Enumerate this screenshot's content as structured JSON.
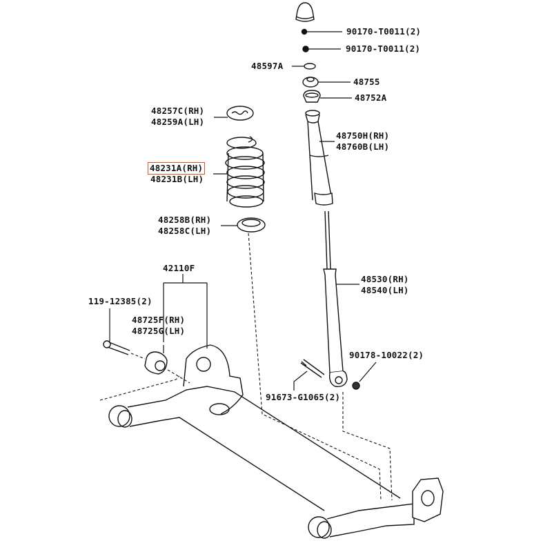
{
  "diagram": {
    "title": "Rear Suspension Parts Diagram",
    "highlight_color": "#e0541e",
    "selected_part": "48231A",
    "callouts": [
      {
        "id": "c1",
        "lines": [
          "90170-T0011(2)"
        ]
      },
      {
        "id": "c2",
        "lines": [
          "90170-T0011(2)"
        ]
      },
      {
        "id": "c3",
        "lines": [
          "48597A"
        ]
      },
      {
        "id": "c4",
        "lines": [
          "48755"
        ]
      },
      {
        "id": "c5",
        "lines": [
          "48752A"
        ]
      },
      {
        "id": "c6",
        "lines": [
          "48257C(RH)",
          "48259A(LH)"
        ]
      },
      {
        "id": "c7",
        "lines": [
          "48750H(RH)",
          "48760B(LH)"
        ]
      },
      {
        "id": "c8",
        "lines": [
          "48231A(RH)",
          "48231B(LH)"
        ]
      },
      {
        "id": "c9",
        "lines": [
          "48258B(RH)",
          "48258C(LH)"
        ]
      },
      {
        "id": "c10",
        "lines": [
          "42110F"
        ]
      },
      {
        "id": "c11",
        "lines": [
          "48530(RH)",
          "48540(LH)"
        ]
      },
      {
        "id": "c12",
        "lines": [
          "119-12385(2)"
        ]
      },
      {
        "id": "c13",
        "lines": [
          "48725F(RH)",
          "48725G(LH)"
        ]
      },
      {
        "id": "c14",
        "lines": [
          "90178-10022(2)"
        ]
      },
      {
        "id": "c15",
        "lines": [
          "91673-G1065(2)"
        ]
      }
    ]
  }
}
